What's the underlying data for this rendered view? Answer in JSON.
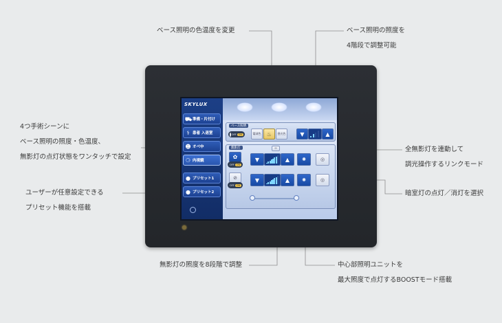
{
  "callouts": {
    "color_temp": "ベース照明の色温度を変更",
    "base_illum": [
      "ベース照明の照度を",
      "4階段で調整可能"
    ],
    "scenes": [
      "4つ手術シーンに",
      "ベース照明の照度・色温度、",
      "無影灯の点灯状態をワンタッチで設定"
    ],
    "link_mode": [
      "全無影灯を連動して",
      "調光操作するリンクモード"
    ],
    "preset": [
      "ユーザーが任意設定できる",
      "プリセット機能を搭載"
    ],
    "dark_light": "暗室灯の点灯／消灯を選択",
    "surgical_steps": "無影灯の照度を8段階で調整",
    "boost": [
      "中心部照明ユニットを",
      "最大照度で点灯するBOOSTモード搭載"
    ]
  },
  "screen": {
    "logo": "SKYLUX",
    "menu": [
      {
        "label": "準備・片付け",
        "icon": "cart-icon"
      },
      {
        "label": "患者 入退室",
        "icon": "bed-icon"
      },
      {
        "label": "オペ中",
        "icon": "surgeon-icon"
      },
      {
        "label": "内視鏡",
        "icon": "endoscope-icon"
      },
      {
        "label": "プリセット1",
        "icon": "person-icon"
      },
      {
        "label": "プリセット2",
        "icon": "person-icon"
      }
    ],
    "base_panel_title": "ベース照明",
    "surgical_panel_title": "無影灯",
    "toggle_off": "OFF",
    "toggle_on": "ON",
    "color_buttons": [
      "電球色",
      "",
      "昼光色"
    ],
    "base_level": 0.5,
    "surgical_level_1": 0.85,
    "surgical_level_2": 0.85
  }
}
